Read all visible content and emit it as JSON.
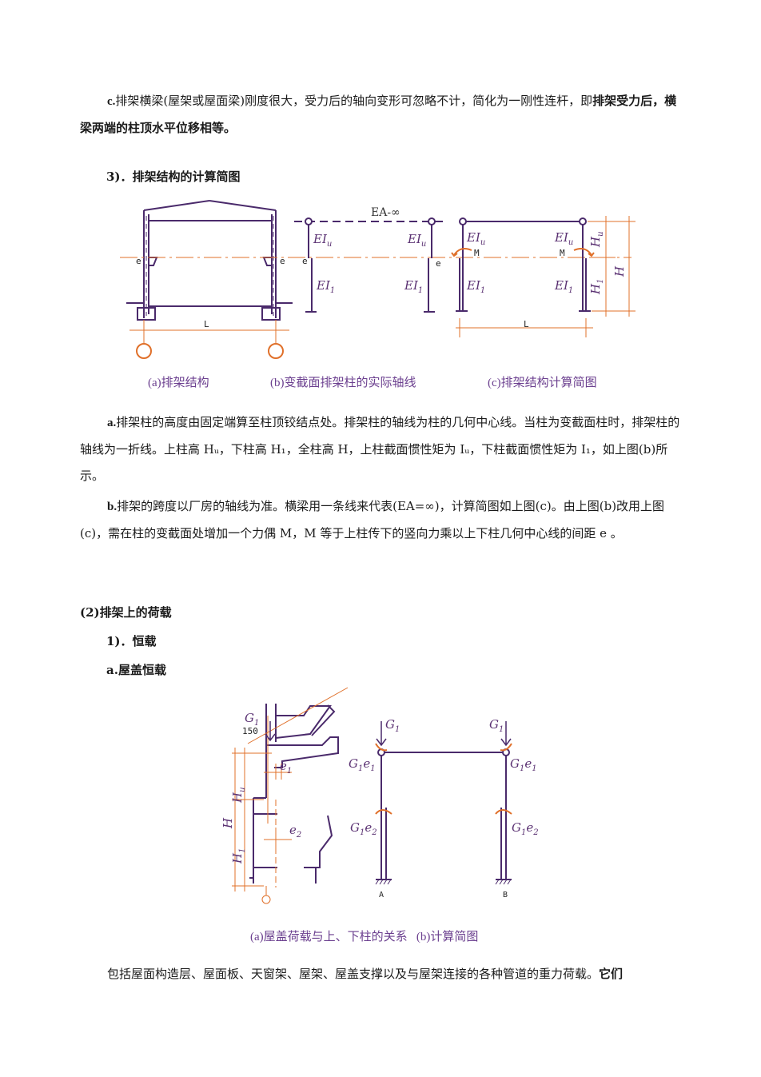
{
  "colors": {
    "structure": "#4a2a6b",
    "dimension": "#e0702a",
    "caption": "#6b3f8f",
    "text": "#1a1a1a"
  },
  "para_c": {
    "lead": "c.",
    "text": "排架横梁(屋架或屋面梁)刚度很大，受力后的轴向变形可忽略不计，简化为一刚性连杆，即",
    "bold": "排架受力后，横梁两端的柱顶水平位移相等。"
  },
  "heading3": "3)．排架结构的计算简图",
  "fig1": {
    "top_label": "EA-∞",
    "span_label": "L",
    "ecc": "e",
    "moment": "M",
    "upper_I": "EI",
    "upper_sub": "u",
    "lower_I": "EI",
    "lower_sub": "1",
    "H": "H",
    "H_sub_u": "u",
    "H_sub_1": "1",
    "captions": [
      "(a)排架结构",
      "(b)变截面排架柱的实际轴线",
      "(c)排架结构计算简图"
    ]
  },
  "para_a": {
    "lead": "a.",
    "text": "排架柱的高度由固定端算至柱顶铰结点处。排架柱的轴线为柱的几何中心线。当柱为变截面柱时，排架柱的轴线为一折线。上柱高 Hᵤ，下柱高 H₁，全柱高 H，上柱截面惯性矩为 Iᵤ，下柱截面惯性矩为 I₁，如上图(b)所示。"
  },
  "para_b": {
    "lead": "b.",
    "text": "排架的跨度以厂房的轴线为准。横梁用一条线来代表(EA=∞)，计算简图如上图(c)。由上图(b)改用上图(c)，需在柱的变截面处增加一个力偶 M，M 等于上柱传下的竖向力乘以上下柱几何中心线的间距 e 。"
  },
  "heading_loads": "(2)排架上的荷载",
  "heading_dead": "1)．恒载",
  "heading_roof": "a.屋盖恒载",
  "fig2": {
    "G": "G",
    "G_sub": "1",
    "dim150": "150",
    "e1": "e",
    "e1_sub": "1",
    "e2": "e",
    "e2_sub": "2",
    "Ge1_sub": "1",
    "support_A": "A",
    "support_B": "B",
    "caption": "(a)屋盖荷载与上、下柱的关系   (b)计算简图"
  },
  "para_last": {
    "text": "包括屋面构造层、屋面板、天窗架、屋架、屋盖支撑以及与屋架连接的各种管道的重力荷载。",
    "bold": "它们"
  }
}
